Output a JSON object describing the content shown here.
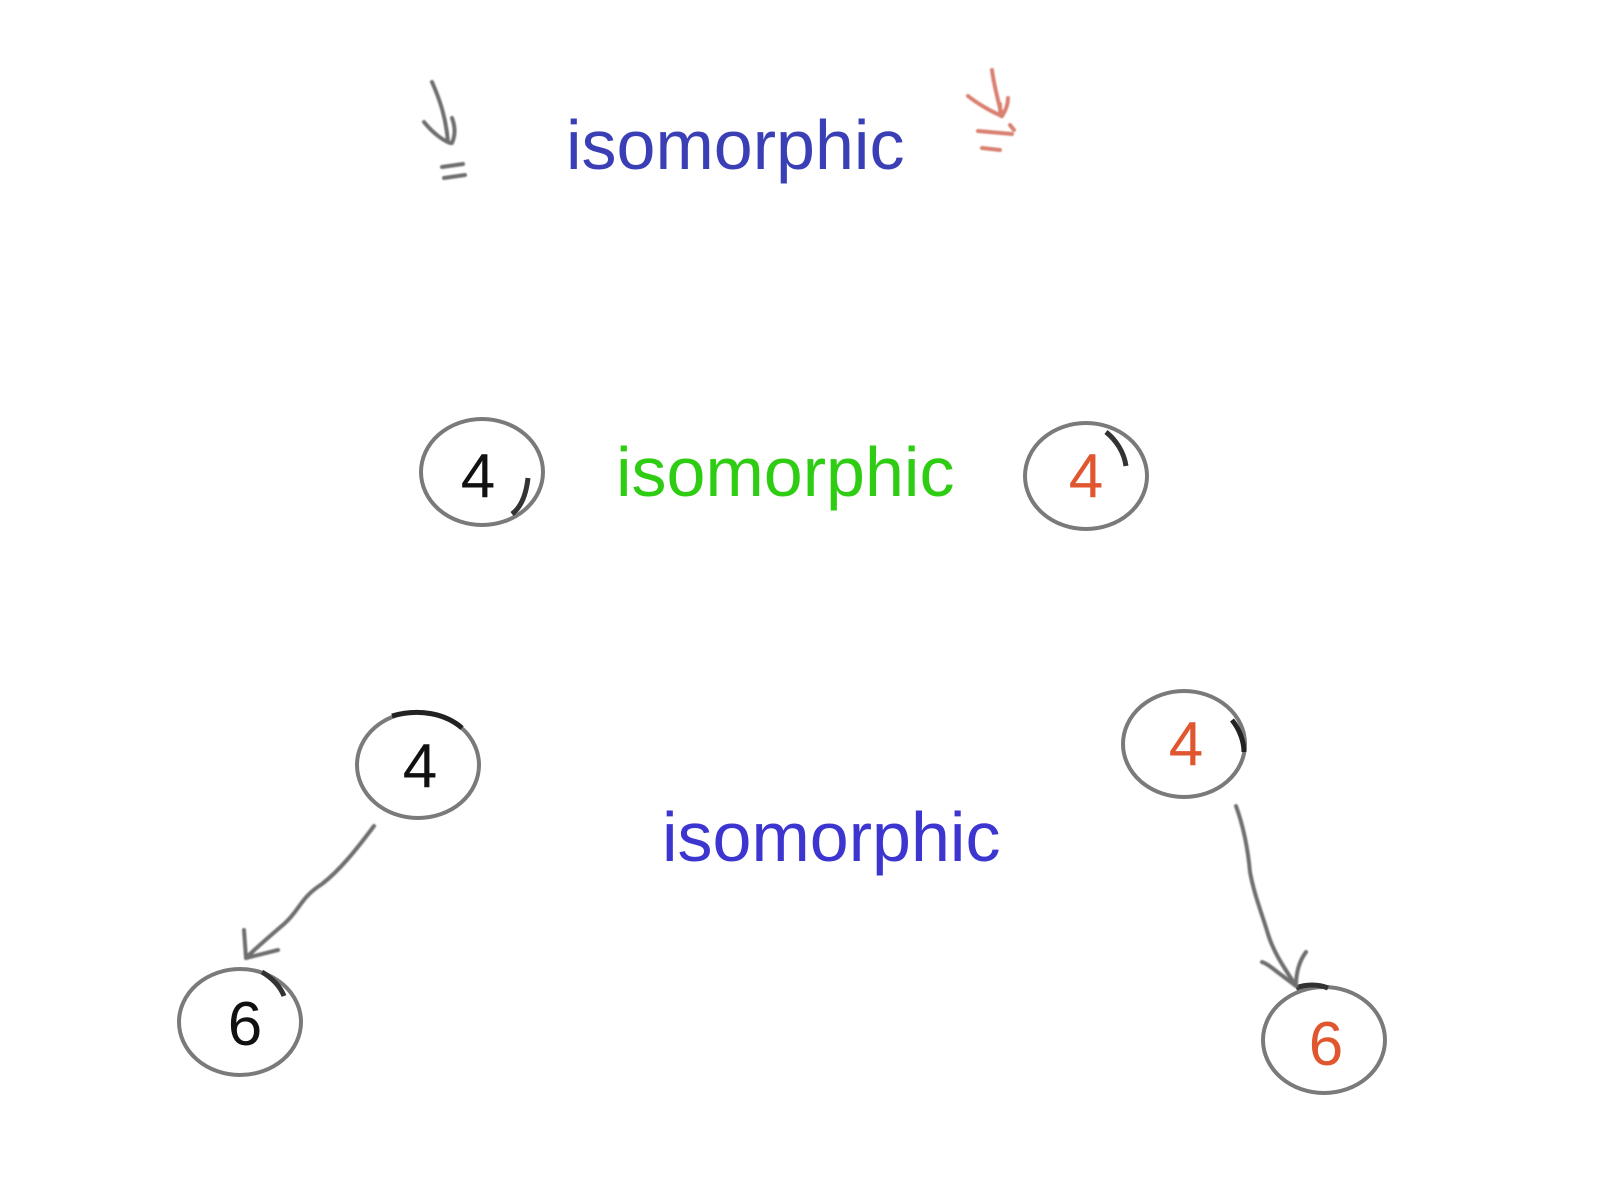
{
  "colors": {
    "stroke_gray": "#6e6e6e",
    "left_tree_text": "#111111",
    "right_tree_text": "#e0562f",
    "right_null_mark": "#d98070",
    "label_top": "#3a3fb5",
    "label_middle": "#2ecc12",
    "label_bottom": "#3c35d0"
  },
  "rows": {
    "top": {
      "label": "isomorphic",
      "left_icon": "null-down-arrow-icon",
      "right_icon": "null-down-arrow-icon"
    },
    "middle": {
      "label": "isomorphic",
      "left_root": "4",
      "right_root": "4"
    },
    "bottom": {
      "label": "isomorphic",
      "left_root": "4",
      "left_child": "6",
      "right_root": "4",
      "right_child": "6"
    }
  }
}
